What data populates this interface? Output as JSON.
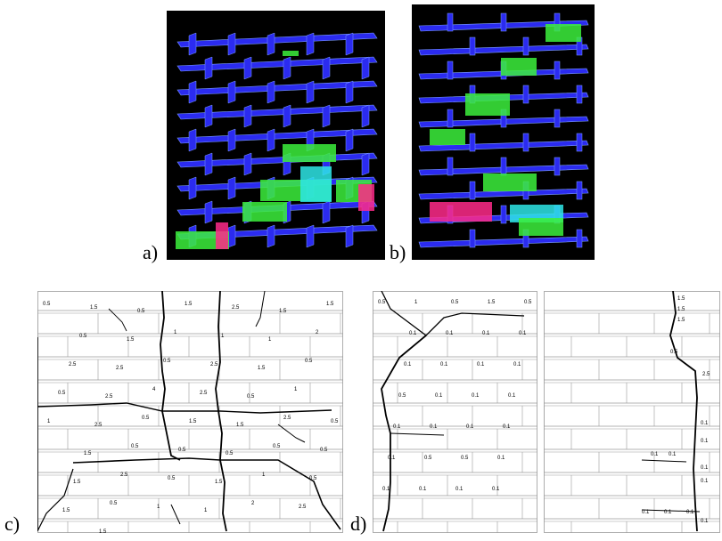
{
  "figure": {
    "panels": [
      {
        "id": "a",
        "label": "a)"
      },
      {
        "id": "b",
        "label": "b)"
      },
      {
        "id": "c",
        "label": "c)"
      },
      {
        "id": "d",
        "label": "d)"
      }
    ]
  },
  "colors": {
    "background_3d": "#000000",
    "brick_blue": "#2b2bf0",
    "damage_green": "#3cf03c",
    "damage_cyan": "#2ee6e6",
    "damage_magenta": "#ff2a8a",
    "mortar_gray": "#9a9a9a",
    "crack_black": "#000000"
  },
  "crack_labels": {
    "c": [
      "0.5",
      "1.5",
      "0.5",
      "1.5",
      "2.5",
      "1.5",
      "1.5",
      "0.5",
      "1.5",
      "1",
      "1",
      "1",
      "2",
      "2.5",
      "2.5",
      "0.5",
      "2.5",
      "1.5",
      "0.5",
      "0.5",
      "2.5",
      "4",
      "2.5",
      "0.5",
      "1",
      "1",
      "2.5",
      "0.5",
      "1.5",
      "1.5",
      "2.5",
      "0.5",
      "1.5",
      "0.5",
      "0.5",
      "0.5",
      "0.5",
      "0.5",
      "1.5",
      "2.5",
      "0.5",
      "1.5",
      "1",
      "0.5",
      "1.5",
      "0.5",
      "1",
      "1",
      "2",
      "2.5",
      "0.5",
      "1.5"
    ],
    "d_left": [
      "0.5",
      "1",
      "0.5",
      "1.5",
      "0.5",
      "0.1",
      "0.1",
      "0.1",
      "0.1",
      "0.1",
      "0.1",
      "0.1",
      "0.1",
      "0.5",
      "0.1",
      "0.1",
      "0.1",
      "0.1",
      "0.1",
      "0.1",
      "0.1",
      "0.1",
      "0.5",
      "0.5",
      "0.1",
      "0.1",
      "0.1",
      "0.1",
      "0.1"
    ],
    "d_right": [
      "1.5",
      "1.5",
      "1.5",
      "0.5",
      "2.5",
      "0.1",
      "0.1",
      "0.1",
      "0.1",
      "0.1",
      "0.1",
      "0.1",
      "0.1",
      "0.1",
      "0.1"
    ]
  }
}
